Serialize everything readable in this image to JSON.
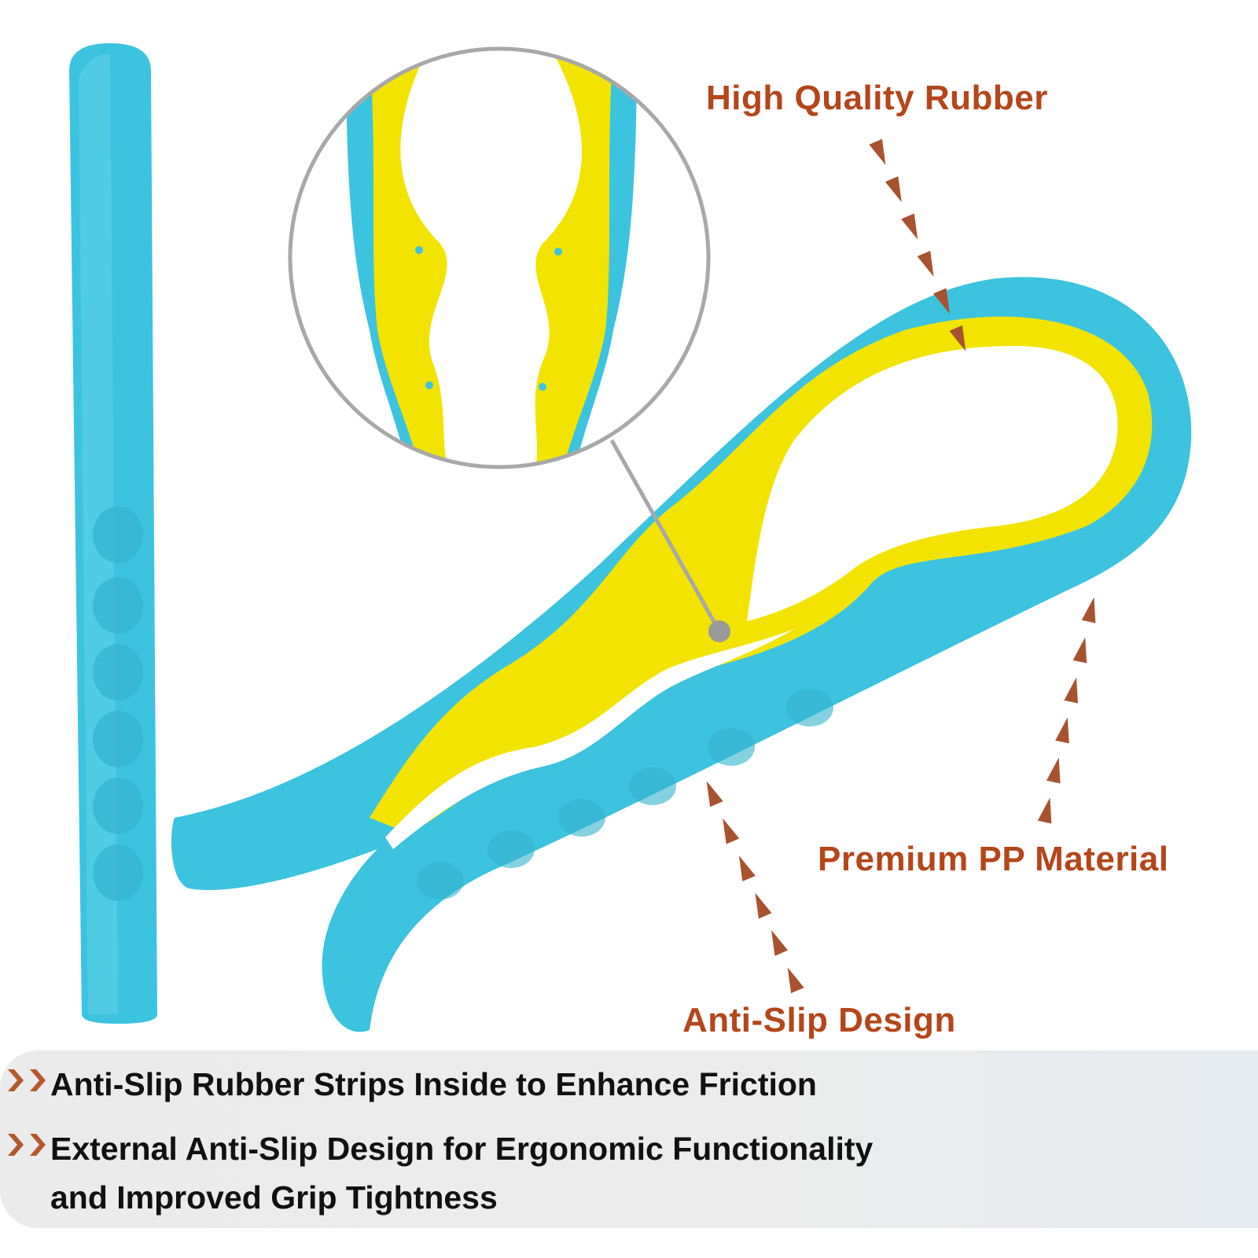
{
  "callouts": {
    "rubber": "High Quality Rubber",
    "pp": "Premium PP Material",
    "antislip": "Anti-Slip Design"
  },
  "features": [
    {
      "lines": [
        "Anti-Slip Rubber Strips Inside to Enhance Friction"
      ]
    },
    {
      "lines": [
        "External Anti-Slip Design for Ergonomic Functionality",
        "and Improved Grip Tightness"
      ]
    }
  ],
  "colors": {
    "callout_text": "#b5461a",
    "arrow": "#a9532e",
    "body": "#3cc3df",
    "rubber": "#f2e400",
    "magnifier_ring": "#a8a8a8"
  }
}
